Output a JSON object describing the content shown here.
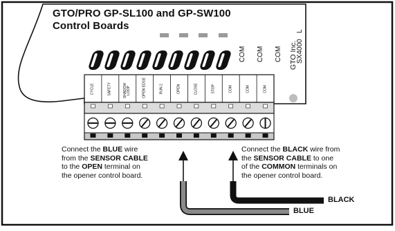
{
  "title_line1": "GTO/PRO GP-SL100 and GP-SW100",
  "title_line2": "Control Boards",
  "board_com_labels": [
    "COM",
    "COM",
    "COM"
  ],
  "board_brand": "GTO Inc.",
  "board_model": "SX4000",
  "board_suffix": "L",
  "terminals": [
    "CYCLE",
    "SAFETY",
    "SHADOW LOOP",
    "OPEN EDGE",
    "RUN 2",
    "OPEN",
    "CLOSE",
    "STOP",
    "COM",
    "COM",
    "COM"
  ],
  "note_blue": {
    "pre1": "Connect the ",
    "bold1": "BLUE",
    "post1": " wire",
    "pre2": "from the ",
    "bold2": "SENSOR CABLE",
    "pre3": "to the ",
    "bold3": "OPEN",
    "post3": " terminal on",
    "line4": "the opener control board."
  },
  "note_black": {
    "pre1": "Connect the ",
    "bold1": "BLACK",
    "post1": " wire from",
    "pre2": "the ",
    "bold2": "SENSOR CABLE",
    "post2": " to one",
    "pre3": "of the ",
    "bold3": "COMMON",
    "post3": " terminals on",
    "line4": "the opener control board."
  },
  "wire_black_label": "BLACK",
  "wire_blue_label": "BLUE",
  "colors": {
    "blue_wire": "#8a8a8a",
    "black_wire": "#111111",
    "board": "#ffffff",
    "block": "#c8c8c8",
    "screw_bg": "#ffffff"
  }
}
